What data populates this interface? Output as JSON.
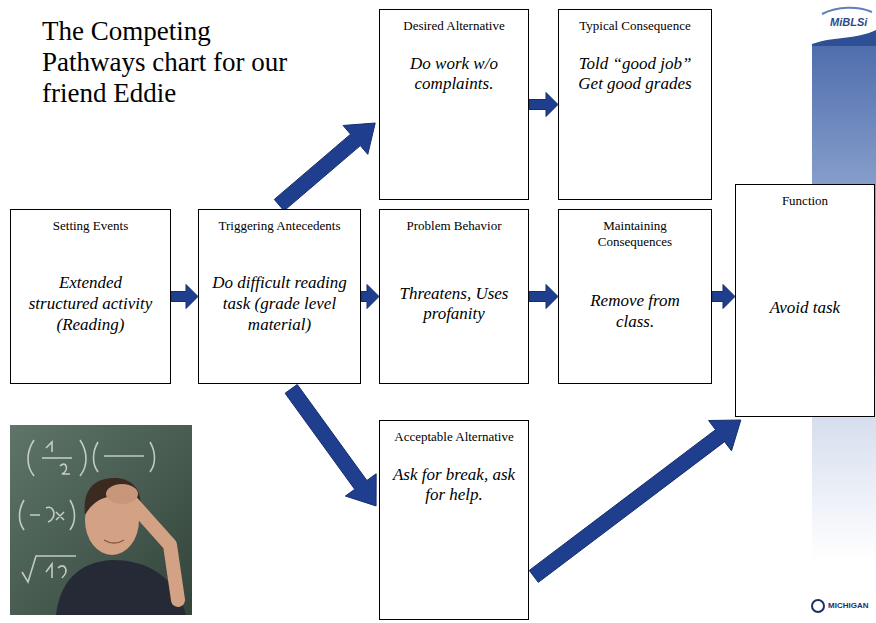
{
  "diagram": {
    "title": "The Competing Pathways chart for our friend Eddie",
    "nodes": [
      {
        "text": [
          "Desired Alternative",
          "Do work w/o complaints."
        ]
      },
      {
        "text": [
          "Typical Consequence",
          "Told “good job” Get good grades"
        ]
      },
      {
        "text": [
          "Setting Events",
          "Extended structured activity (Reading)"
        ]
      },
      {
        "text": [
          "Triggering Antecedents",
          "Do difficult reading task (grade level material)"
        ]
      },
      {
        "text": [
          "Problem Behavior",
          "Threatens, Uses profanity"
        ]
      },
      {
        "text": [
          "Maintaining Consequences",
          "Remove from class."
        ]
      },
      {
        "text": [
          "Function",
          "Avoid task"
        ]
      },
      {
        "text": [
          "Acceptable Alternative",
          "Ask for break, ask for help."
        ]
      }
    ],
    "edges": [
      {
        "from": 0,
        "to": 1,
        "arrow": "to"
      },
      {
        "from": 2,
        "to": 3,
        "arrow": "to"
      },
      {
        "from": 3,
        "to": 4,
        "arrow": "to"
      },
      {
        "from": 4,
        "to": 5,
        "arrow": "to"
      },
      {
        "from": 5,
        "to": 6,
        "arrow": "to"
      },
      {
        "from": 3,
        "to": 0,
        "arrow": "to"
      },
      {
        "from": 3,
        "to": 7,
        "arrow": "to"
      },
      {
        "from": 7,
        "to": 6,
        "arrow": "to"
      }
    ],
    "labels": [
      "MiBLSi",
      "MICHIGAN"
    ]
  }
}
